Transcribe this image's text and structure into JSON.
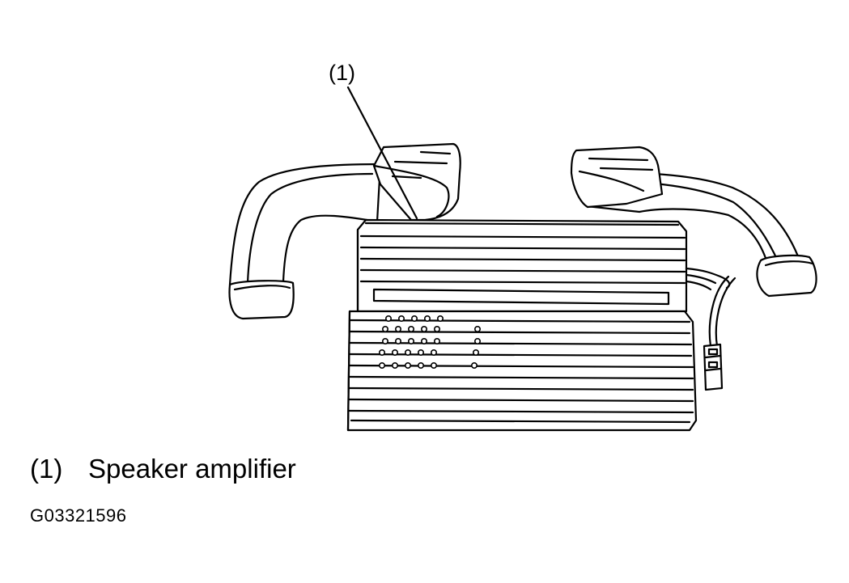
{
  "callout": {
    "number": "(1)"
  },
  "legend": [
    {
      "number": "(1)",
      "label": "Speaker amplifier"
    }
  ],
  "figure_code": "G03321596",
  "colors": {
    "line": "#000000",
    "background": "#ffffff"
  }
}
